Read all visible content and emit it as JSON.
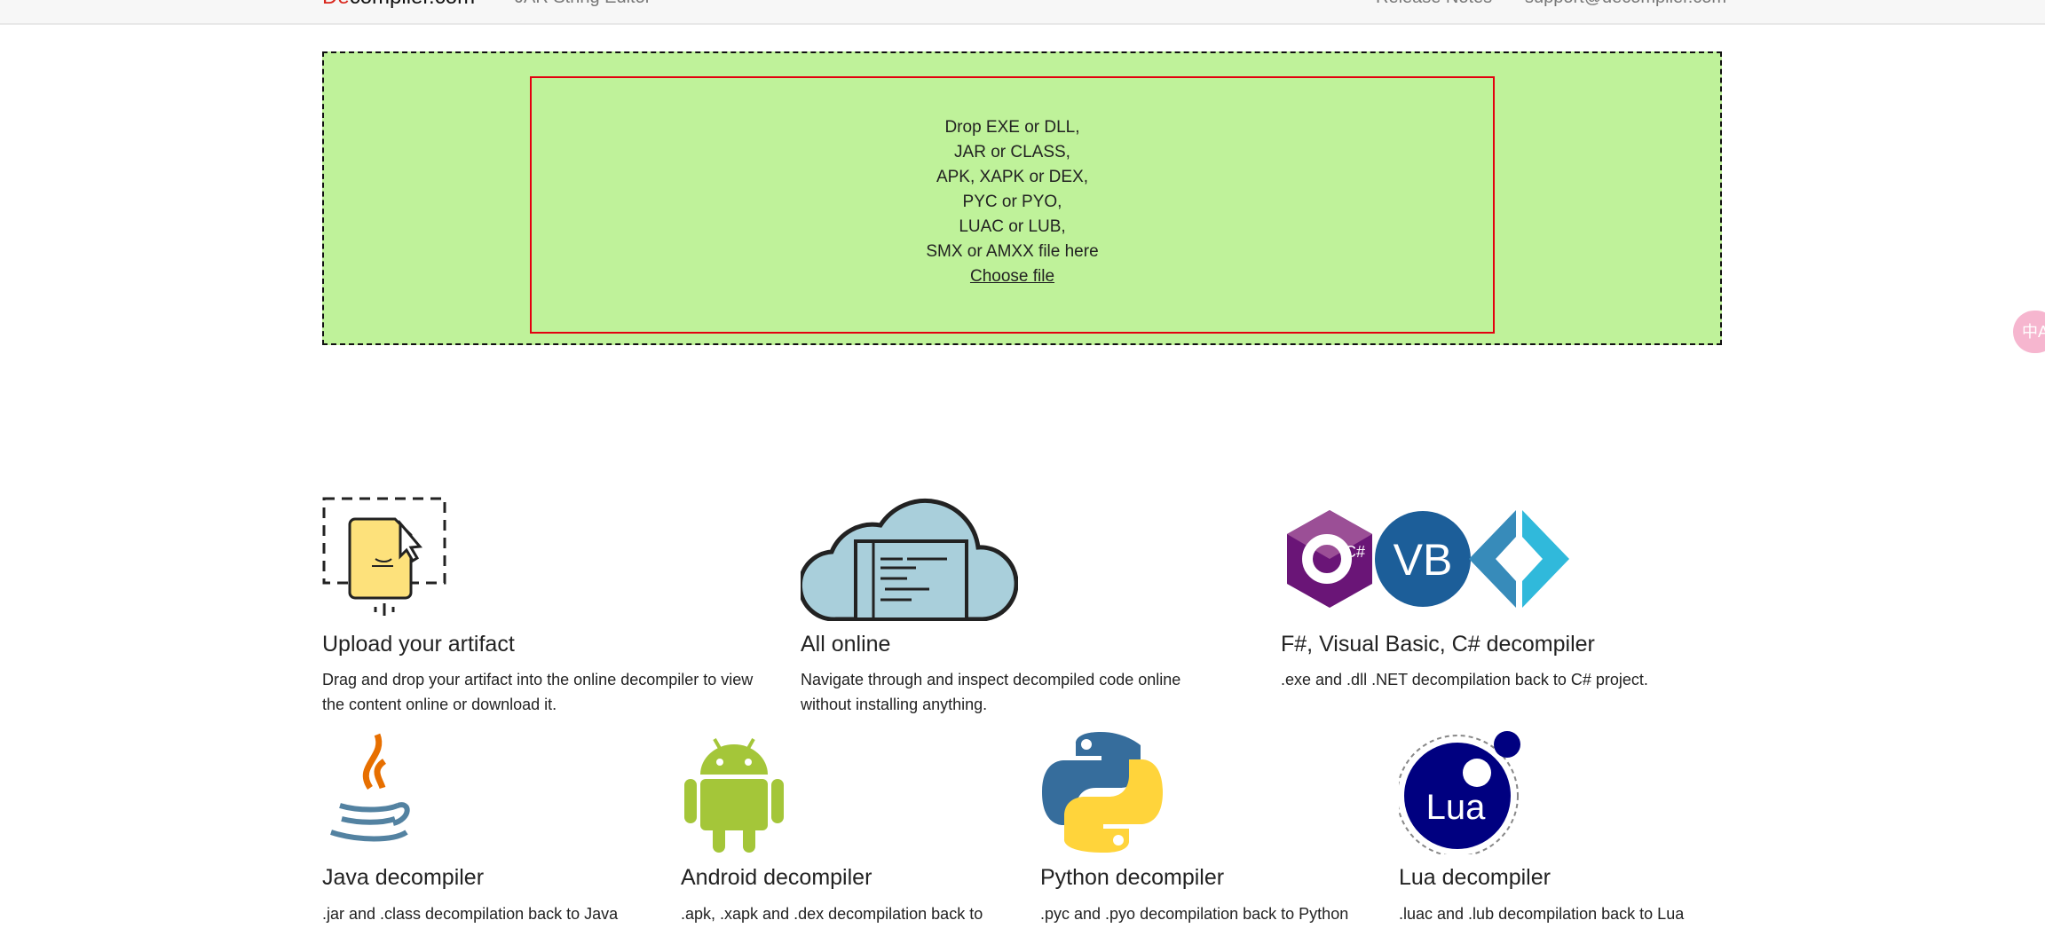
{
  "header": {
    "logo_prefix": "De",
    "logo_suffix": "compiler.com",
    "nav_link": "JAR String Editor",
    "release_notes": "Release Notes",
    "support_email": "support@decompiler.com"
  },
  "dropzone": {
    "lines": [
      "Drop EXE or DLL,",
      "JAR or CLASS,",
      "APK, XAPK or DEX,",
      "PYC or PYO,",
      "LUAC or LUB,",
      "SMX or AMXX file here"
    ],
    "choose_file": "Choose file",
    "bg_color": "#bff29a",
    "border_color": "#e3000f"
  },
  "features": [
    {
      "title": "Upload your artifact",
      "desc": "Drag and drop your artifact into the online decompiler to view the content online or download it.",
      "icon": "upload-file-icon"
    },
    {
      "title": "All online",
      "desc": "Navigate through and inspect decompiled code online without installing anything.",
      "icon": "cloud-icon"
    },
    {
      "title": "F#, Visual Basic, C# decompiler",
      "desc": ".exe and .dll .NET decompilation back to C# project.",
      "icon": "dotnet-icons"
    },
    {
      "title": "Java decompiler",
      "desc": ".jar and .class decompilation back to Java source code.",
      "icon": "java-icon"
    },
    {
      "title": "Android decompiler",
      "desc": ".apk, .xapk and .dex decompilation back to Java source code.",
      "icon": "android-icon"
    },
    {
      "title": "Python decompiler",
      "desc": ".pyc and .pyo decompilation back to Python source code.",
      "icon": "python-icon"
    },
    {
      "title": "Lua decompiler",
      "desc": ".luac and .lub decompilation back to Lua source code.",
      "icon": "lua-icon"
    }
  ],
  "icon_text": {
    "vb": "VB",
    "cs": "C#",
    "lua": "Lua"
  },
  "translate_button": "中A"
}
